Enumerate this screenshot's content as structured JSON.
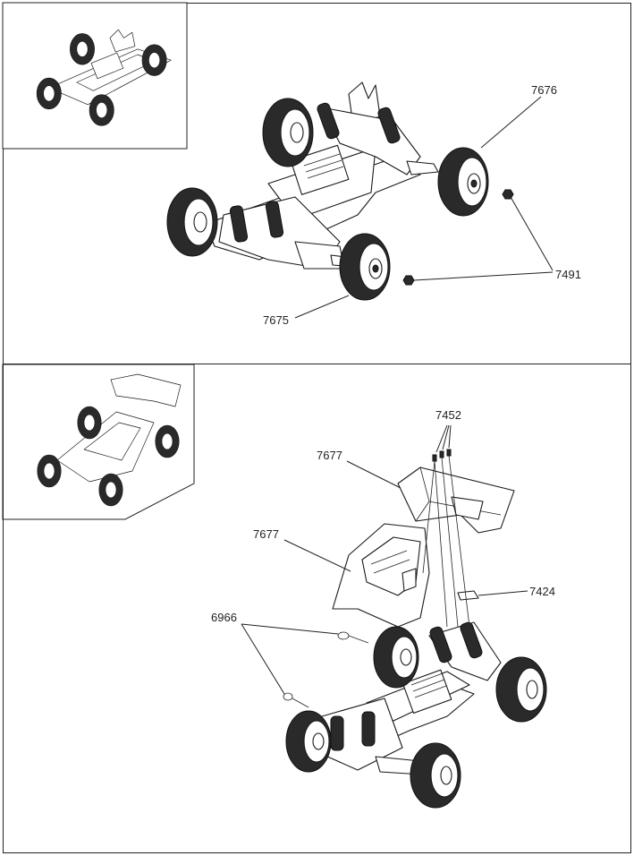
{
  "colors": {
    "line": "#1a1a1a",
    "background": "#ffffff",
    "tire": "#2a2a2a"
  },
  "steps": [
    {
      "labels": {
        "front_wheel": "7676",
        "wheel_nut": "7491",
        "rear_wheel": "7675"
      }
    },
    {
      "labels": {
        "body_pin": "7452",
        "wing": "7677",
        "body_shell": "7677",
        "wing_mount": "7424",
        "body_clip": "6966"
      }
    }
  ]
}
